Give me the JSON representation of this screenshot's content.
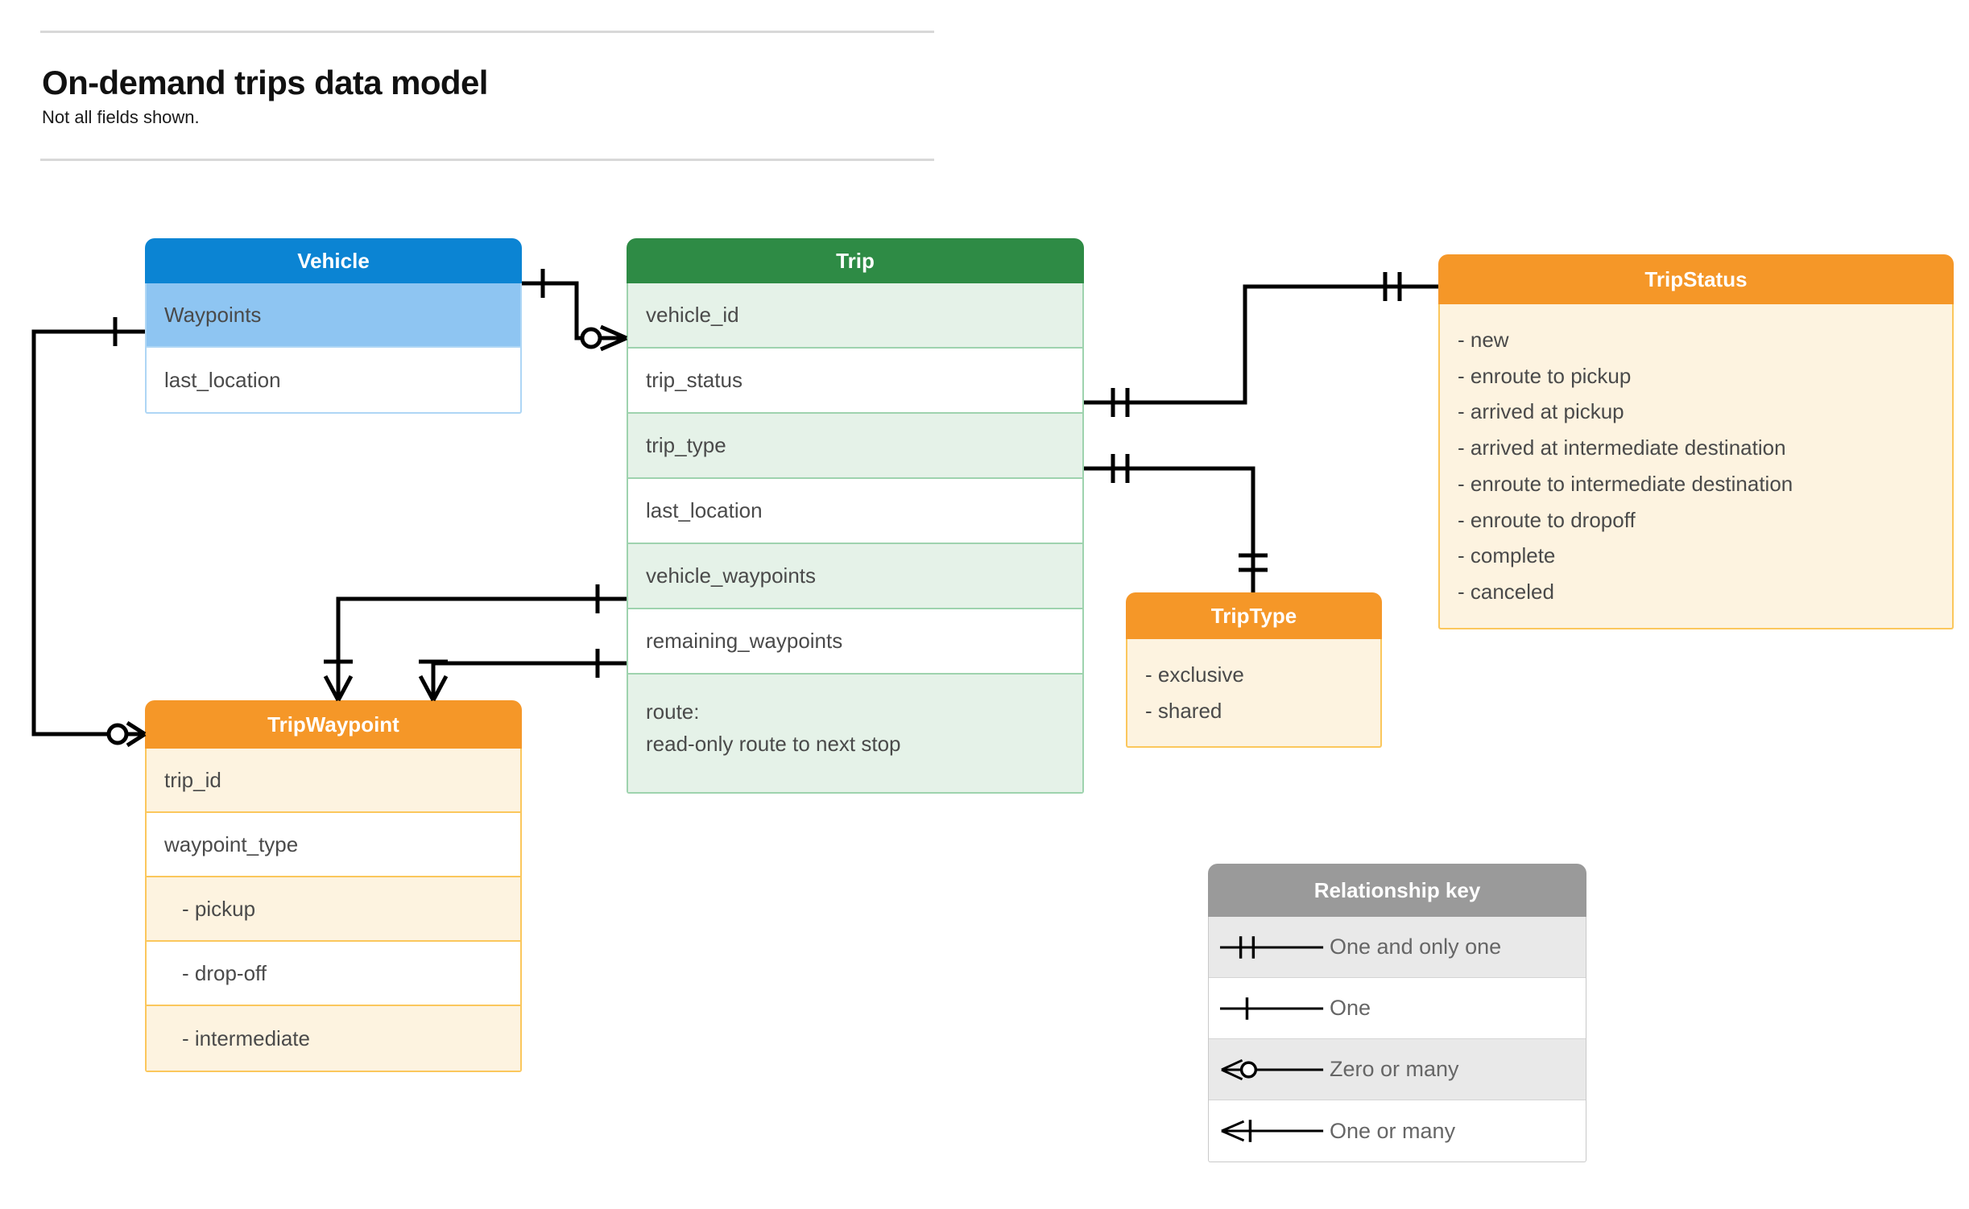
{
  "header": {
    "title": "On-demand trips data model",
    "subtitle": "Not all fields shown."
  },
  "colors": {
    "vehicle_header": "#0b84d3",
    "vehicle_fill": "#8ec5f2",
    "vehicle_border": "#aed6f5",
    "trip_header": "#2e8b45",
    "trip_fill": "#e5f2e8",
    "trip_border": "#9ed3ae",
    "orange_header": "#f59728",
    "orange_fill": "#fdf3e0",
    "orange_border": "#fbc75c",
    "key_header": "#9a9a9a",
    "key_shade": "#e9e9e9",
    "text": "#4a4a4a",
    "line": "#000000"
  },
  "entities": {
    "vehicle": {
      "title": "Vehicle",
      "rows": [
        {
          "label": "Waypoints"
        },
        {
          "label": "last_location"
        }
      ]
    },
    "trip": {
      "title": "Trip",
      "rows": [
        {
          "label": "vehicle_id"
        },
        {
          "label": "trip_status"
        },
        {
          "label": "trip_type"
        },
        {
          "label": "last_location"
        },
        {
          "label": "vehicle_waypoints"
        },
        {
          "label": "remaining_waypoints"
        },
        {
          "label": "route:",
          "label2": "read-only route to next stop"
        }
      ]
    },
    "tripwaypoint": {
      "title": "TripWaypoint",
      "rows": [
        {
          "label": "trip_id"
        },
        {
          "label": "waypoint_type"
        },
        {
          "label": "-  pickup"
        },
        {
          "label": "-  drop-off"
        },
        {
          "label": "-  intermediate"
        }
      ]
    },
    "tripstatus": {
      "title": "TripStatus",
      "values": [
        "- new",
        "- enroute to pickup",
        "- arrived at pickup",
        "- arrived at intermediate destination",
        "- enroute to intermediate destination",
        "- enroute to dropoff",
        "- complete",
        "- canceled"
      ]
    },
    "triptype": {
      "title": "TripType",
      "values": [
        "- exclusive",
        "- shared"
      ]
    }
  },
  "relationship_key": {
    "title": "Relationship key",
    "rows": [
      {
        "symbol": "one-and-only-one",
        "label": "One and only one"
      },
      {
        "symbol": "one",
        "label": "One"
      },
      {
        "symbol": "zero-or-many",
        "label": "Zero or many"
      },
      {
        "symbol": "one-or-many",
        "label": "One or many"
      }
    ]
  },
  "relationships": [
    {
      "from": "Vehicle",
      "to": "Trip.vehicle_id",
      "from_card": "one",
      "to_card": "zero or many"
    },
    {
      "from": "Vehicle.Waypoints",
      "to": "TripWaypoint",
      "from_card": "one",
      "to_card": "zero or many"
    },
    {
      "from": "Trip.trip_status",
      "to": "TripStatus",
      "from_card": "one and only one",
      "to_card": "one and only one"
    },
    {
      "from": "Trip.trip_type",
      "to": "TripType",
      "from_card": "one and only one",
      "to_card": "one and only one"
    },
    {
      "from": "Trip.vehicle_waypoints",
      "to": "TripWaypoint",
      "from_card": "one",
      "to_card": "one or many"
    },
    {
      "from": "Trip.remaining_waypoints",
      "to": "TripWaypoint",
      "from_card": "one",
      "to_card": "one or many"
    }
  ]
}
